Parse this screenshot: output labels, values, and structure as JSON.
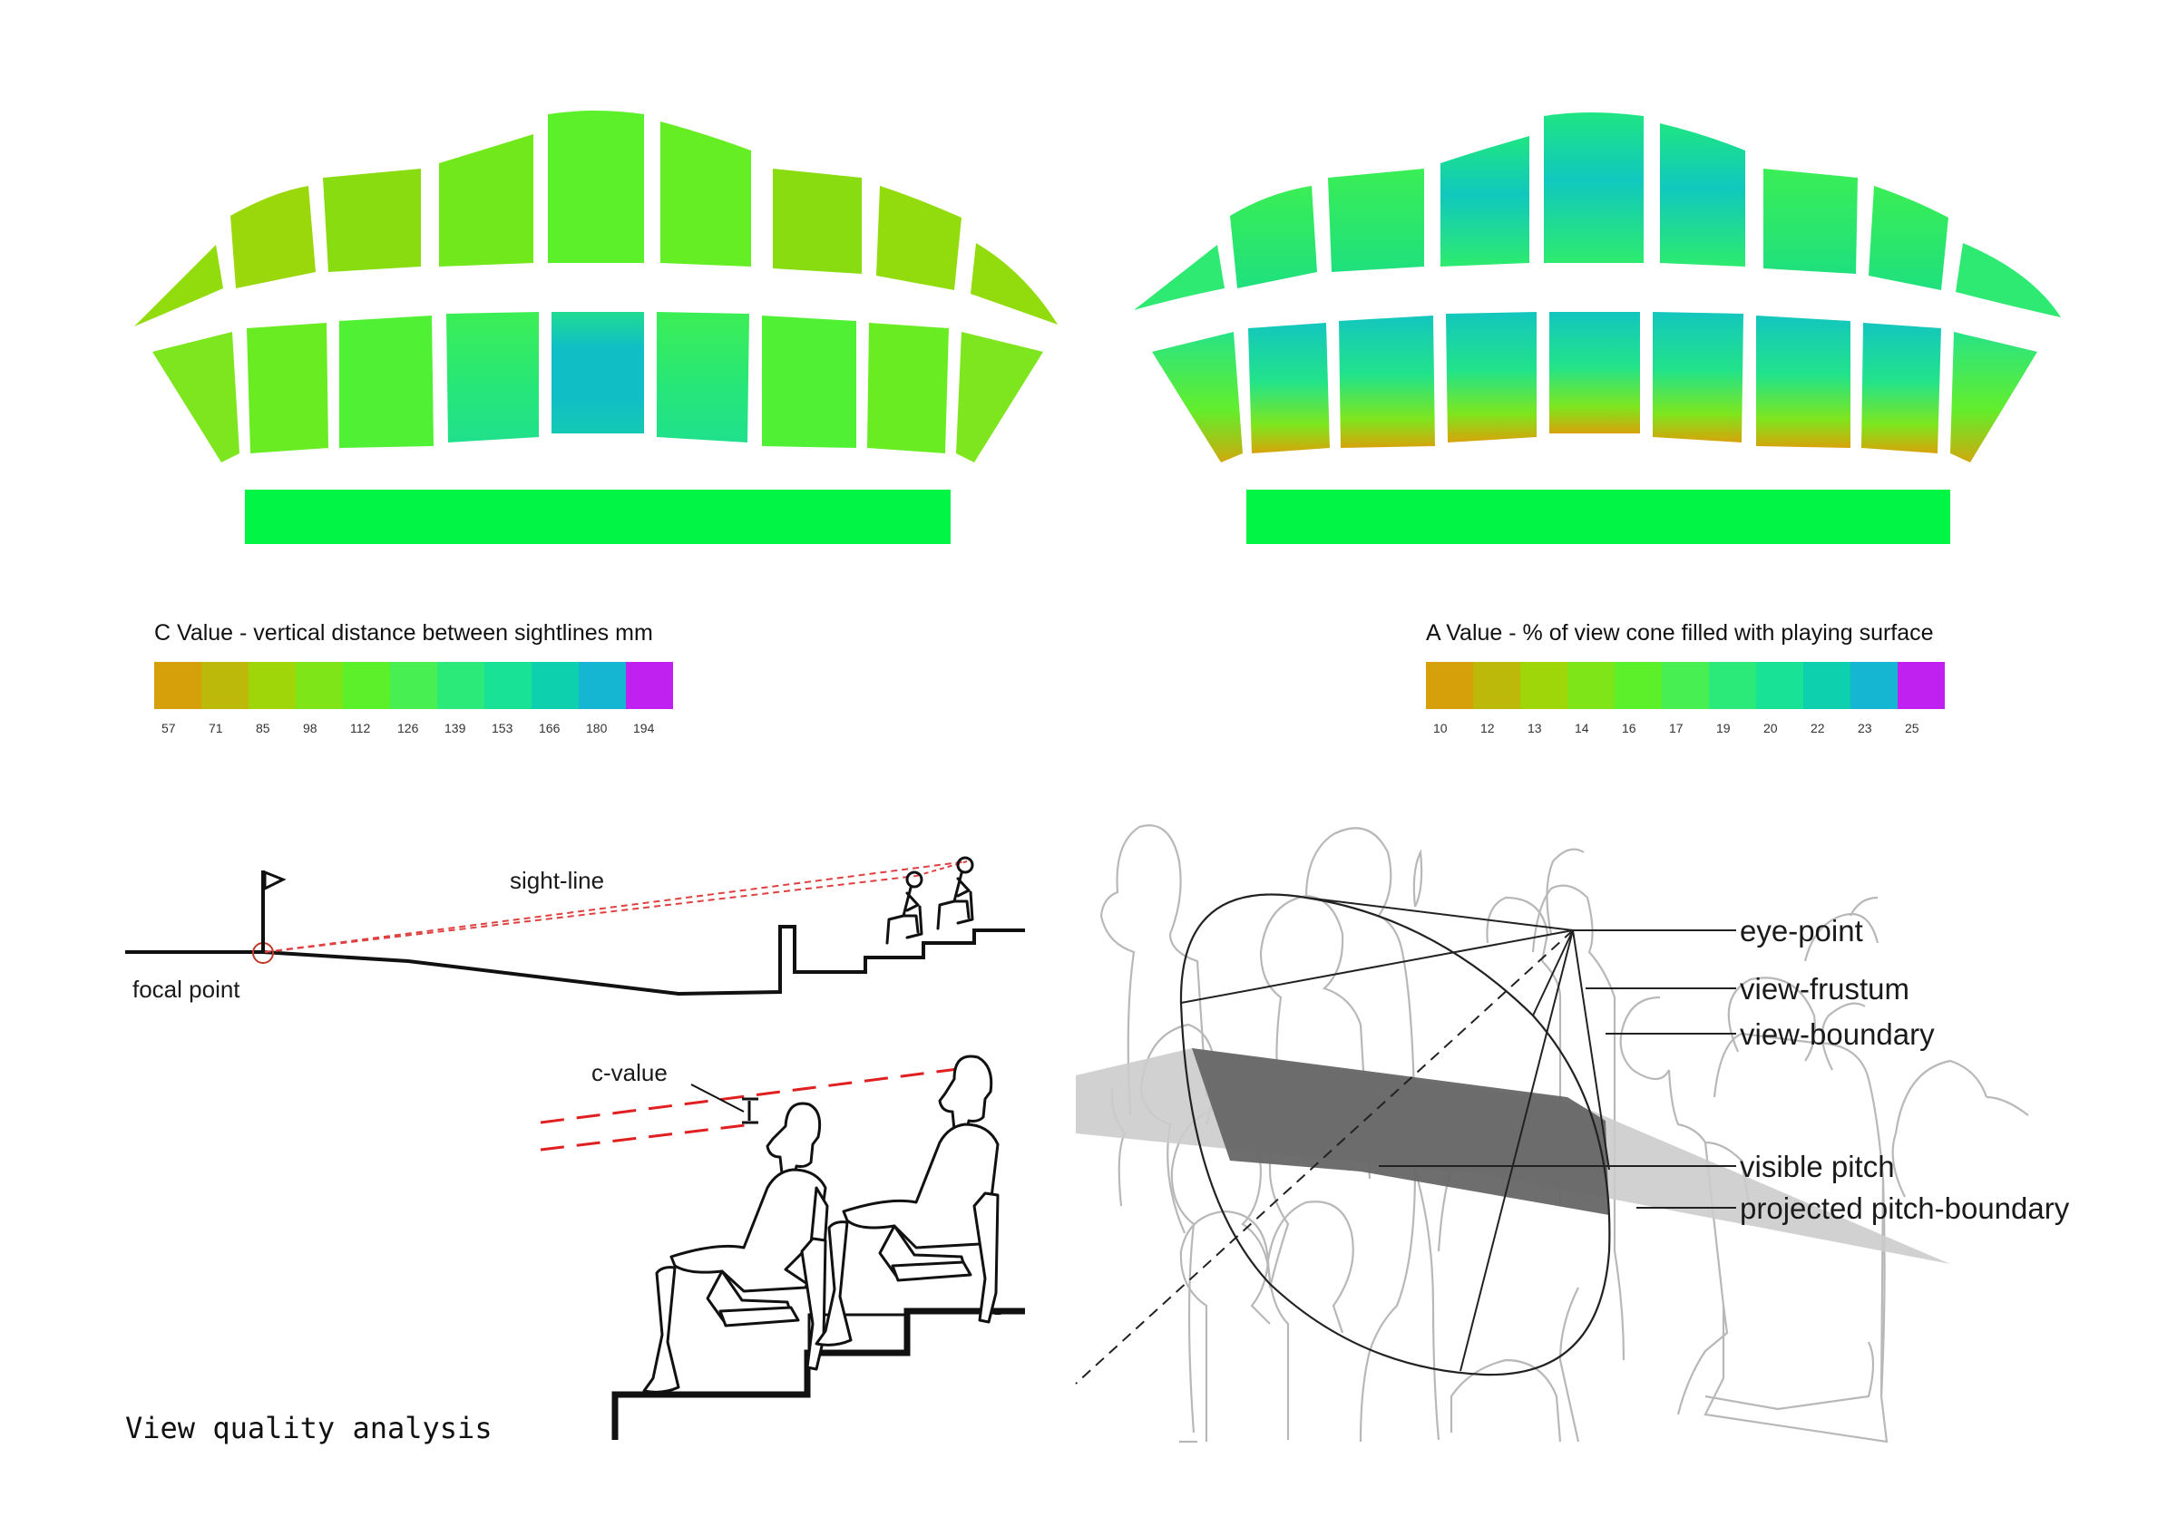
{
  "left_legend": {
    "title": "C Value - vertical distance between sightlines mm",
    "ticks": [
      "57",
      "71",
      "85",
      "98",
      "112",
      "126",
      "139",
      "153",
      "166",
      "180",
      "194"
    ],
    "colors": [
      "#D6A00A",
      "#BDB90A",
      "#9ED60A",
      "#7EE618",
      "#5CF02A",
      "#48EF52",
      "#2CEA7A",
      "#18E296",
      "#0DD0AE",
      "#14B6D2",
      "#C020F0"
    ]
  },
  "right_legend": {
    "title": "A Value - % of view cone filled with playing surface",
    "ticks": [
      "10",
      "12",
      "13",
      "14",
      "16",
      "17",
      "19",
      "20",
      "22",
      "23",
      "25"
    ],
    "colors": [
      "#D6A00A",
      "#BDB90A",
      "#9ED60A",
      "#7EE618",
      "#5CF02A",
      "#48EF52",
      "#2CEA7A",
      "#18E296",
      "#0DD0AE",
      "#14B6D2",
      "#C020F0"
    ]
  },
  "pitch_color": "#00F545",
  "sightline_diagram": {
    "sight_line": "sight-line",
    "focal_point": "focal point"
  },
  "cvalue_diagram": {
    "c_value": "c-value"
  },
  "view_cone": {
    "eye_point": "eye-point",
    "view_frustum": "view-frustum",
    "view_boundary": "view-boundary",
    "visible_pitch": "visible pitch",
    "projected_pitch_boundary": "projected pitch-boundary"
  },
  "caption": "View quality analysis"
}
